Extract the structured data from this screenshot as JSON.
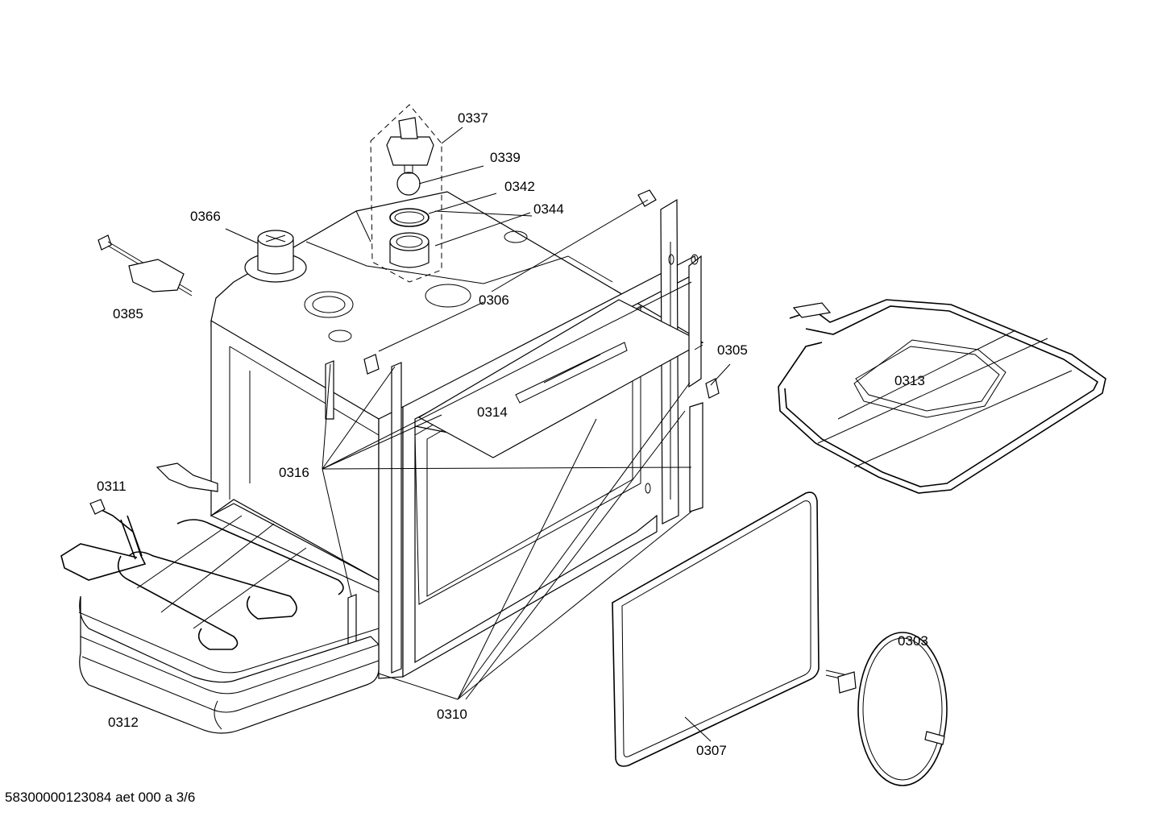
{
  "labels": {
    "p0337": "0337",
    "p0339": "0339",
    "p0342": "0342",
    "p0344": "0344",
    "p0366": "0366",
    "p0385": "0385",
    "p0306": "0306",
    "p0305": "0305",
    "p0313": "0313",
    "p0314": "0314",
    "p0316": "0316",
    "p0311": "0311",
    "p0312": "0312",
    "p0310": "0310",
    "p0303": "0303",
    "p0307": "0307"
  },
  "footer": "58300000123084 aet 000 a 3/6"
}
